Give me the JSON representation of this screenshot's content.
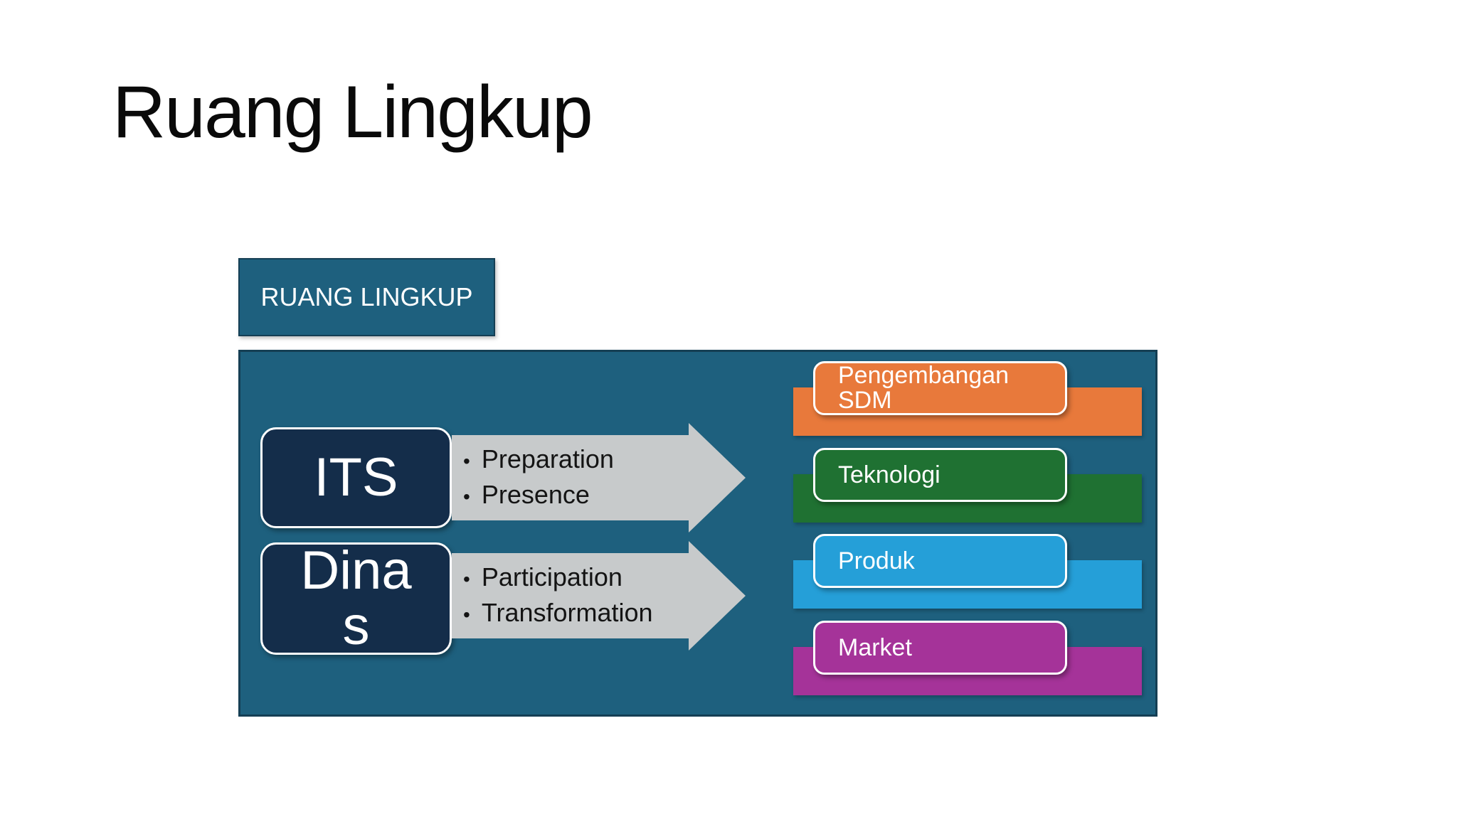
{
  "slide": {
    "title": "Ruang Lingkup",
    "header_box": {
      "label": "RUANG LINGKUP"
    },
    "diagram": {
      "rows": [
        {
          "source": {
            "label": "ITS",
            "lines": [
              "ITS"
            ]
          },
          "bullets": [
            "Preparation",
            "Presence"
          ]
        },
        {
          "source": {
            "label": "Dinas",
            "lines": [
              "Dina",
              "s"
            ]
          },
          "bullets": [
            "Participation",
            "Transformation"
          ]
        }
      ],
      "targets": [
        {
          "label": "Pengembangan SDM",
          "color": "#E8793B"
        },
        {
          "label": "Teknologi",
          "color": "#1F7132"
        },
        {
          "label": "Produk",
          "color": "#259FD8"
        },
        {
          "label": "Market",
          "color": "#A53399"
        }
      ]
    },
    "colors": {
      "background": "#FFFFFF",
      "panel_teal": "#1E607E",
      "panel_border": "#153F54",
      "node_navy": "#142D4A",
      "arrow_gray": "#C7CACB",
      "list_gray": "#E8EDF2",
      "text_dark": "#141414",
      "text_light": "#FFFFFF",
      "title_text": "#0A0A0A"
    }
  }
}
